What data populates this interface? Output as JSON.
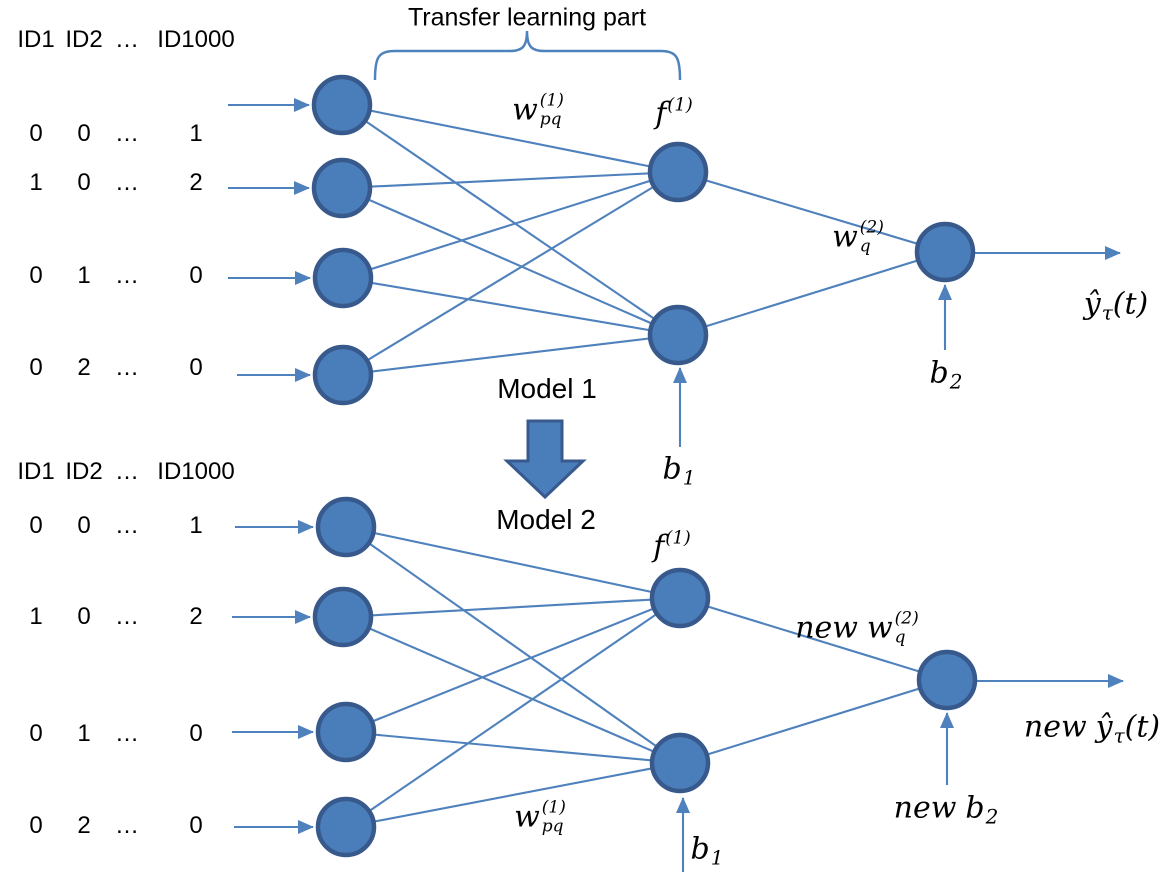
{
  "title": "Transfer learning part",
  "colors": {
    "line": "#4f81bd",
    "node_fill": "#4a7ebb",
    "node_stroke": "#38598c",
    "text": "#000000"
  },
  "model1": {
    "name": "Model 1",
    "table": {
      "header": [
        "ID1",
        "ID2",
        "…",
        "ID1000"
      ],
      "rows": [
        [
          "0",
          "0",
          "…",
          "1"
        ],
        [
          "1",
          "0",
          "…",
          "2"
        ],
        [
          "0",
          "1",
          "…",
          "0"
        ],
        [
          "0",
          "2",
          "…",
          "0"
        ]
      ]
    },
    "labels": {
      "w1": {
        "base": "w",
        "sub": "pq",
        "sup": "(1)"
      },
      "f1": {
        "base": "f",
        "sup": "(1)"
      },
      "w2": {
        "base": "w",
        "sub": "q",
        "sup": "(2)"
      },
      "b1": {
        "base": "b",
        "sub": "1"
      },
      "b2": {
        "base": "b",
        "sub": "2"
      },
      "yhat": {
        "base": "ŷ",
        "sub": "τ",
        "rest": "(t)"
      }
    }
  },
  "model2": {
    "name": "Model 2",
    "table": {
      "header": [
        "ID1",
        "ID2",
        "…",
        "ID1000"
      ],
      "rows": [
        [
          "0",
          "0",
          "…",
          "1"
        ],
        [
          "1",
          "0",
          "…",
          "2"
        ],
        [
          "0",
          "1",
          "…",
          "0"
        ],
        [
          "0",
          "2",
          "…",
          "0"
        ]
      ]
    },
    "labels": {
      "f1": {
        "base": "f",
        "sup": "(1)"
      },
      "w1": {
        "base": "w",
        "sub": "pq",
        "sup": "(1)"
      },
      "new_w2": {
        "prefix": "new",
        "base": "w",
        "sub": "q",
        "sup": "(2)"
      },
      "new_yhat": {
        "prefix": "new",
        "base": "ŷ",
        "sub": "τ",
        "rest": "(t)"
      },
      "new_b2": {
        "prefix": "new",
        "base": "b",
        "sub": "2"
      },
      "b1": {
        "base": "b",
        "sub": "1"
      }
    }
  },
  "icons": {
    "transition_arrow": "block-arrow-down",
    "brace": "horizontal-curly-brace"
  }
}
